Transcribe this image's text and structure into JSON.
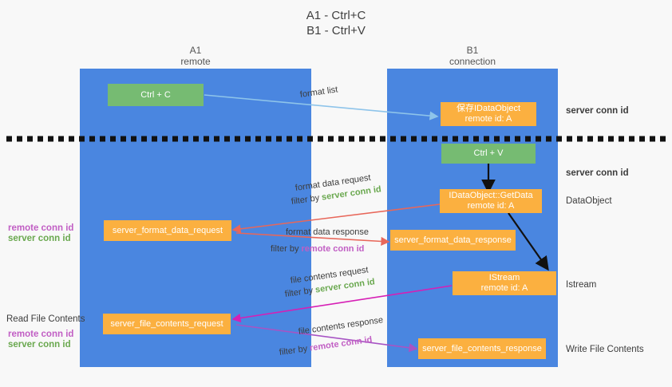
{
  "title": "A1 - Ctrl+C\nB1 - Ctrl+V",
  "lanes": {
    "left": {
      "name": "A1",
      "role": "remote",
      "header": "A1\nremote"
    },
    "right": {
      "name": "B1",
      "role": "connection",
      "header": "B1\nconnection"
    }
  },
  "colors": {
    "lane": "#4a86e0",
    "green_box": "#76bb72",
    "orange_box": "#fbb040",
    "server_conn_id": "#6aa84f",
    "remote_conn_id": "#c15ec4",
    "arrow_blue": "#8ec4ea",
    "arrow_red": "#e8675a",
    "arrow_magenta": "#d61fb5",
    "arrow_purple": "#a754c4",
    "arrow_black": "#000000",
    "background": "#f8f8f8"
  },
  "boxes": {
    "ctrl_c": "Ctrl + C",
    "ctrl_v": "Ctrl + V",
    "save_dataobject": "保存IDataObject\nremote id: A",
    "getdata": "IDataObject::GetData\nremote id: A",
    "istream": "IStream\nremote id: A",
    "server_format_data_request": "server_format_data_request",
    "server_format_data_response": "server_format_data_response",
    "server_file_contents_request": "server_file_contents_request",
    "server_file_contents_response": "server_file_contents_response"
  },
  "edges": {
    "format_list": "format list",
    "format_data_request": "format data request",
    "format_data_request_filter_prefix": "filter by ",
    "format_data_request_filter_value": "server conn id",
    "format_data_response": "format data response",
    "format_data_response_filter_prefix": "filter by ",
    "format_data_response_filter_value": "remote conn id",
    "file_contents_request": "file contents request",
    "file_contents_request_filter_prefix": "filter by ",
    "file_contents_request_filter_value": "server conn id",
    "file_contents_response": "file contents response",
    "file_contents_response_filter_prefix": "filter by ",
    "file_contents_response_filter_value": "remote conn id"
  },
  "right_notes": {
    "server_conn_id_top": "server conn id",
    "server_conn_id_mid": "server conn id",
    "dataobject": "DataObject",
    "istream": "Istream",
    "write_file_contents": "Write File Contents"
  },
  "left_notes": {
    "conn_ids_upper_remote": "remote conn id",
    "conn_ids_upper_server": "server conn id",
    "read_file_contents": "Read File Contents",
    "conn_ids_lower_remote": "remote conn id",
    "conn_ids_lower_server": "server conn id"
  }
}
